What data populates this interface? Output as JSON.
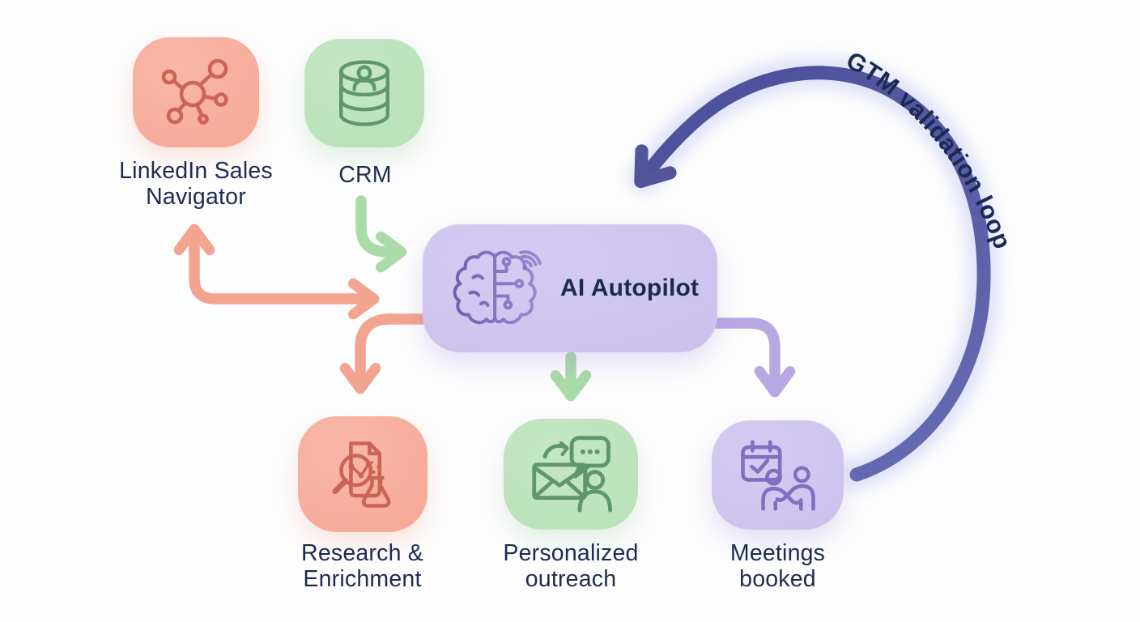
{
  "diagram": {
    "loop_label": "GTM validation loop",
    "text_color": "#1D2B4F",
    "background": "#FDFDFD",
    "nodes": {
      "linkedin": {
        "label": "LinkedIn Sales Navigator",
        "icon": "network-nodes-icon",
        "fill": "#F7AB99",
        "icon_stroke": "#CC6455"
      },
      "crm": {
        "label": "CRM",
        "icon": "database-user-icon",
        "fill": "#BBE2BA",
        "icon_stroke": "#5F976C"
      },
      "autopilot": {
        "label": "AI Autopilot",
        "icon": "ai-brain-circuit-icon",
        "fill": "#CDC3EE",
        "icon_stroke": "#7F70BE"
      },
      "research": {
        "label": "Research & Enrichment",
        "icon": "document-magnifier-flask-icon",
        "fill": "#F7AB99",
        "icon_stroke": "#CC6455"
      },
      "outreach": {
        "label": "Personalized outreach",
        "icon": "envelope-chat-person-icon",
        "fill": "#BBE2BA",
        "icon_stroke": "#5F976C"
      },
      "meetings": {
        "label": "Meetings booked",
        "icon": "calendar-handshake-icon",
        "fill": "#CBC0EC",
        "icon_stroke": "#7F70BE"
      }
    },
    "arrows": [
      {
        "name": "linkedin-autopilot-two-way",
        "color": "#F2A491",
        "style": "double-headed"
      },
      {
        "name": "crm-to-autopilot",
        "color": "#A9DBA9",
        "style": "single"
      },
      {
        "name": "autopilot-to-research",
        "color": "#F2A491",
        "style": "single"
      },
      {
        "name": "autopilot-to-outreach",
        "color": "#A9DBA9",
        "style": "single"
      },
      {
        "name": "autopilot-to-meetings",
        "color": "#B7A8E4",
        "style": "single"
      },
      {
        "name": "gtm-validation-loop-arc",
        "color": "#51569B",
        "style": "loop",
        "label": "GTM validation loop"
      }
    ]
  }
}
